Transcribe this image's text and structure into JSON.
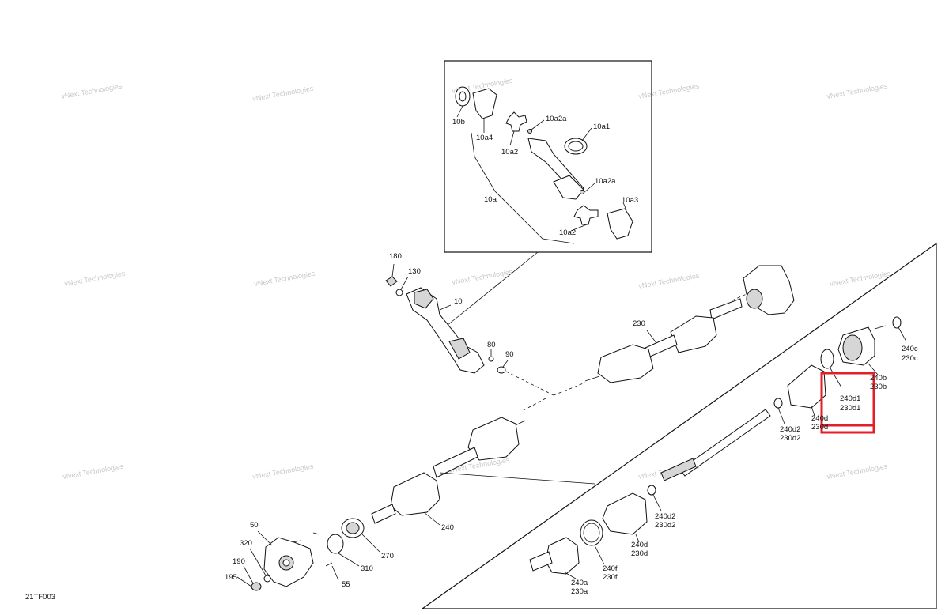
{
  "diagram": {
    "code": "21TF003",
    "watermark": {
      "line1": "vNext",
      "line2": "Technologies",
      "full": "vNext Technologies"
    },
    "highlight_color": "#e41e26",
    "labels": {
      "l10b": "10b",
      "l10a4": "10a4",
      "l10a2a_top": "10a2a",
      "l10a1": "10a1",
      "l10a2_top": "10a2",
      "l10a": "10a",
      "l10a2a_bot": "10a2a",
      "l10a3": "10a3",
      "l10a2_bot": "10a2",
      "l180": "180",
      "l130": "130",
      "l10": "10",
      "l80": "80",
      "l90": "90",
      "l230": "230",
      "l240": "240",
      "l240c": "240c",
      "l230c": "230c",
      "l240b": "240b",
      "l230b": "230b",
      "l240d1": "240d1",
      "l230d1": "230d1",
      "l240d_up": "240d",
      "l230d_up": "230d",
      "l240d2_up": "240d2",
      "l230d2_up": "230d2",
      "l240d2_lo": "240d2",
      "l230d2_lo": "230d2",
      "l240d_lo": "240d",
      "l230d_lo": "230d",
      "l240f": "240f",
      "l230f": "230f",
      "l240a": "240a",
      "l230a": "230a",
      "l50": "50",
      "l320": "320",
      "l190": "190",
      "l195": "195",
      "l310": "310",
      "l270": "270",
      "l55": "55"
    }
  }
}
